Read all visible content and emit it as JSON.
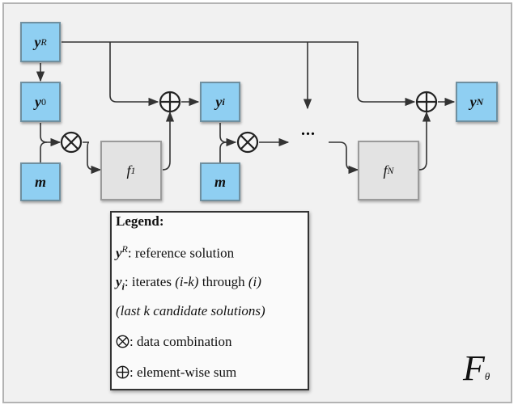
{
  "nodes": {
    "yr": {
      "main": "y",
      "sup": "R"
    },
    "y0": {
      "main": "y",
      "sub": "0"
    },
    "m1": {
      "main": "m"
    },
    "f1": {
      "main": "f",
      "sub": "1"
    },
    "yi": {
      "main": "y",
      "sub": "i"
    },
    "m2": {
      "main": "m"
    },
    "fn": {
      "main": "f",
      "sub": "N"
    },
    "yn": {
      "main": "y",
      "sub": "N"
    },
    "dots": "..."
  },
  "legend": {
    "title": "Legend:",
    "yr_sym": "y",
    "yr_sup": "R",
    "yr_text": ":  reference solution",
    "yi_sym": "y",
    "yi_sub": "i",
    "yi_text_a": ":  iterates ",
    "yi_text_b": "(i-k)",
    "yi_text_c": " through ",
    "yi_text_d": "(i)",
    "yi_note": "(last k candidate solutions)",
    "comb_text": ":  data combination",
    "sum_text": ":  element-wise sum"
  },
  "operator": {
    "main": "F",
    "sub": "θ"
  },
  "colors": {
    "node_fill": "#8fcff2",
    "block_fill": "#e3e3e3",
    "line": "#333333"
  }
}
